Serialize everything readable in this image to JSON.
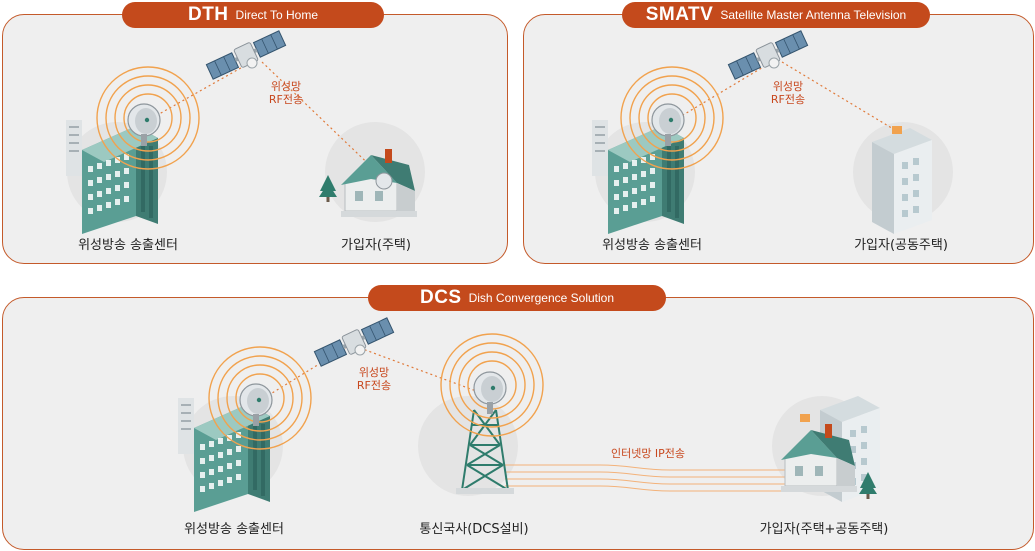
{
  "panels": {
    "dth": {
      "abbr": "DTH",
      "full": "Direct To Home",
      "link_label_line1": "위성망",
      "link_label_line2": "RF전송",
      "source_caption": "위성방송 송출센터",
      "target_caption": "가입자(주택)"
    },
    "smatv": {
      "abbr": "SMATV",
      "full": "Satellite Master Antenna Television",
      "link_label_line1": "위성망",
      "link_label_line2": "RF전송",
      "source_caption": "위성방송 송출센터",
      "target_caption": "가입자(공동주택)"
    },
    "dcs": {
      "abbr": "DCS",
      "full": "Dish Convergence Solution",
      "link_label_line1": "위성망",
      "link_label_line2": "RF전송",
      "ip_label": "인터넷망 IP전송",
      "source_caption": "위성방송 송출센터",
      "middle_caption": "통신국사(DCS설비)",
      "target_caption": "가입자(주택+공동주택)"
    }
  },
  "colors": {
    "accent": "#c44a1c",
    "panel_bg": "#efefef",
    "building": "#5a9e94",
    "building_light": "#e6e9ea",
    "signal": "#f1a24e"
  }
}
